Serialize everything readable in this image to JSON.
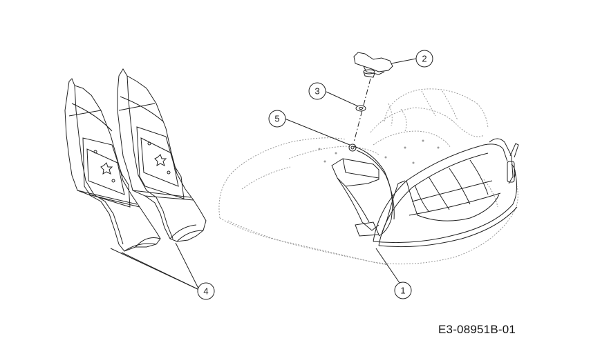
{
  "diagram": {
    "drawing_number": "E3-08951B-01",
    "callouts": [
      {
        "id": "callout-1",
        "label": "1"
      },
      {
        "id": "callout-2",
        "label": "2"
      },
      {
        "id": "callout-3",
        "label": "3"
      },
      {
        "id": "callout-4",
        "label": "4"
      },
      {
        "id": "callout-5",
        "label": "5"
      }
    ]
  },
  "colors": {
    "line": "#222222",
    "hidden_line": "#9a9a9a",
    "background": "#ffffff"
  }
}
